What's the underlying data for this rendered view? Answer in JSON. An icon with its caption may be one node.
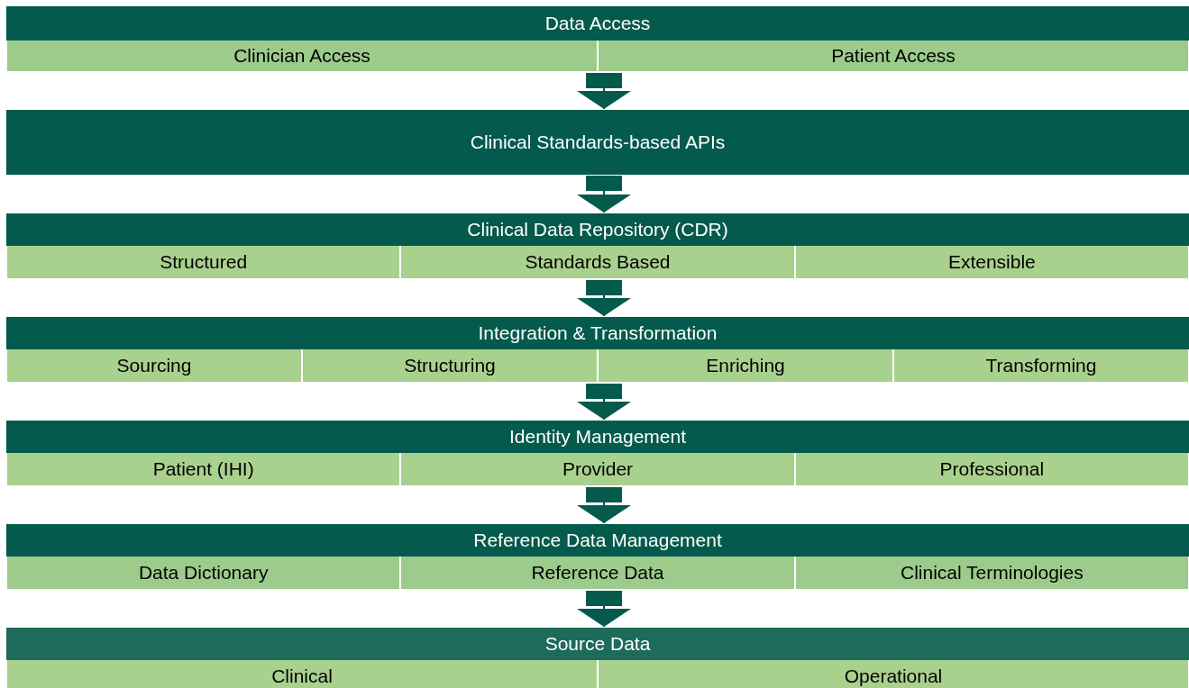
{
  "diagram": {
    "nodes": [
      {
        "text": [
          "Data Access"
        ]
      },
      {
        "text": [
          "Clinician Access"
        ],
        "in": 0
      },
      {
        "text": [
          "Patient Access"
        ],
        "in": 0
      },
      {
        "text": [
          "Clinical Standards-based APIs"
        ]
      },
      {
        "text": [
          "Clinical Data Repository (CDR)"
        ]
      },
      {
        "text": [
          "Structured"
        ],
        "in": 4
      },
      {
        "text": [
          "Standards Based"
        ],
        "in": 4
      },
      {
        "text": [
          "Extensible"
        ],
        "in": 4
      },
      {
        "text": [
          "Integration & Transformation"
        ]
      },
      {
        "text": [
          "Sourcing"
        ],
        "in": 8
      },
      {
        "text": [
          "Structuring"
        ],
        "in": 8
      },
      {
        "text": [
          "Enriching"
        ],
        "in": 8
      },
      {
        "text": [
          "Transforming"
        ],
        "in": 8
      },
      {
        "text": [
          "Identity Management"
        ]
      },
      {
        "text": [
          "Patient (IHI)"
        ],
        "in": 13
      },
      {
        "text": [
          "Provider"
        ],
        "in": 13
      },
      {
        "text": [
          "Professional"
        ],
        "in": 13
      },
      {
        "text": [
          "Reference Data Management"
        ]
      },
      {
        "text": [
          "Data Dictionary"
        ],
        "in": 17
      },
      {
        "text": [
          "Reference Data"
        ],
        "in": 17
      },
      {
        "text": [
          "Clinical Terminologies"
        ],
        "in": 17
      },
      {
        "text": [
          "Source Data"
        ]
      },
      {
        "text": [
          "Clinical"
        ],
        "in": 21
      },
      {
        "text": [
          "Operational"
        ],
        "in": 21
      }
    ],
    "edges": [
      {
        "from": 0,
        "to": 3,
        "arrow": "to"
      },
      {
        "from": 3,
        "to": 4,
        "arrow": "to"
      },
      {
        "from": 4,
        "to": 8,
        "arrow": "to"
      },
      {
        "from": 8,
        "to": 13,
        "arrow": "to"
      },
      {
        "from": 13,
        "to": 17,
        "arrow": "to"
      },
      {
        "from": 17,
        "to": 21,
        "arrow": "to"
      }
    ]
  }
}
